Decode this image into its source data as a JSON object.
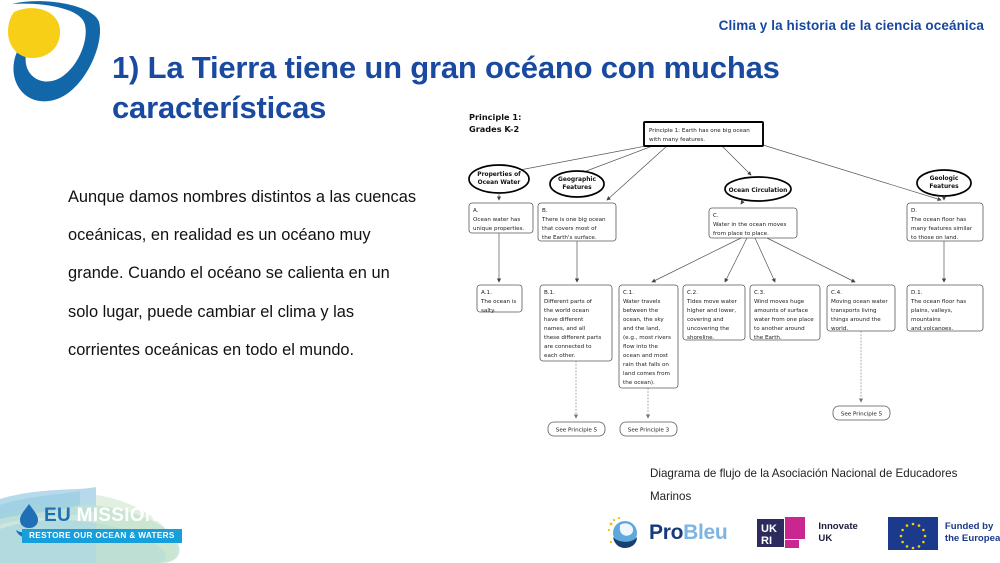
{
  "header": {
    "title": "Clima y la historia de la ciencia oceánica"
  },
  "slide": {
    "title": "1) La Tierra tiene un gran océano con muchas características",
    "body": "Aunque damos nombres distintos a las cuencas oceánicas, en realidad es un océano muy grande. Cuando el océano se calienta en un solo lugar, puede cambiar el clima y las corrientes oceánicas en todo el mundo.",
    "caption": "Diagrama de flujo de la Asociación Nacional de Educadores Marinos",
    "title_color": "#1a4aa0",
    "header_color": "#17479e"
  },
  "diagram": {
    "grades_label_line1": "Principle 1:",
    "grades_label_line2": "Grades K-2",
    "root": {
      "line1": "Principle 1: Earth has one big ocean",
      "line2": "with many features."
    },
    "ellipses": [
      {
        "id": "properties-of-ocean-water",
        "line1": "Properties of",
        "line2": "Ocean Water"
      },
      {
        "id": "geographic-features",
        "line1": "Geographic",
        "line2": "Features"
      },
      {
        "id": "ocean-circulation",
        "line1": "Ocean Circulation",
        "line2": ""
      },
      {
        "id": "geologic-features",
        "line1": "Geologic",
        "line2": "Features"
      }
    ],
    "level_a": [
      {
        "code": "A.",
        "lines": [
          "Ocean water has",
          "unique properties."
        ]
      },
      {
        "code": "B.",
        "lines": [
          "There is one big ocean",
          "that covers most of",
          "the Earth's surface."
        ]
      },
      {
        "code": "C.",
        "lines": [
          "Water in the ocean moves",
          "from place to place."
        ]
      },
      {
        "code": "D.",
        "lines": [
          "The ocean floor has",
          "many features similar",
          "to those on land."
        ]
      }
    ],
    "level_b": [
      {
        "code": "A.1.",
        "lines": [
          "The ocean is",
          "salty."
        ]
      },
      {
        "code": "B.1.",
        "lines": [
          "Different parts of",
          "the world ocean",
          "have different",
          "names, and all",
          "these different parts",
          "are connected to",
          "each other."
        ]
      },
      {
        "code": "C.1.",
        "lines": [
          "Water travels",
          "between the",
          "ocean, the sky",
          "and the land,",
          "(e.g., most rivers",
          "flow into the",
          "ocean and most",
          "rain that falls on",
          "land comes from",
          "the ocean)."
        ]
      },
      {
        "code": "C.2.",
        "lines": [
          "Tides move water",
          "higher and lower,",
          "covering and",
          "uncovering the",
          "shoreline."
        ]
      },
      {
        "code": "C.3.",
        "lines": [
          "Wind moves huge",
          "amounts of surface",
          "water from one place",
          "to another around",
          "the Earth."
        ]
      },
      {
        "code": "C.4.",
        "lines": [
          "Moving ocean water",
          "transports living",
          "things around the",
          "world."
        ]
      },
      {
        "code": "D.1.",
        "lines": [
          "The ocean floor has",
          "plains, valleys,",
          "mountains",
          "and volcanoes."
        ]
      }
    ],
    "see_refs": [
      {
        "label": "See Principle 5"
      },
      {
        "label": "See Principle 3"
      },
      {
        "label": "See Principle 5"
      }
    ]
  },
  "footer": {
    "eu_missions": {
      "eu": "EU ",
      "missions": "MISSIONS",
      "tagline": "RESTORE OUR OCEAN & WATERS"
    },
    "probleu": {
      "pro": "Pro",
      "bleu": "Bleu"
    },
    "ukri": {
      "line1": "Innovate",
      "line2": "UK"
    },
    "eu_funding": {
      "line1": "Funded by",
      "line2": "the European Union"
    }
  }
}
